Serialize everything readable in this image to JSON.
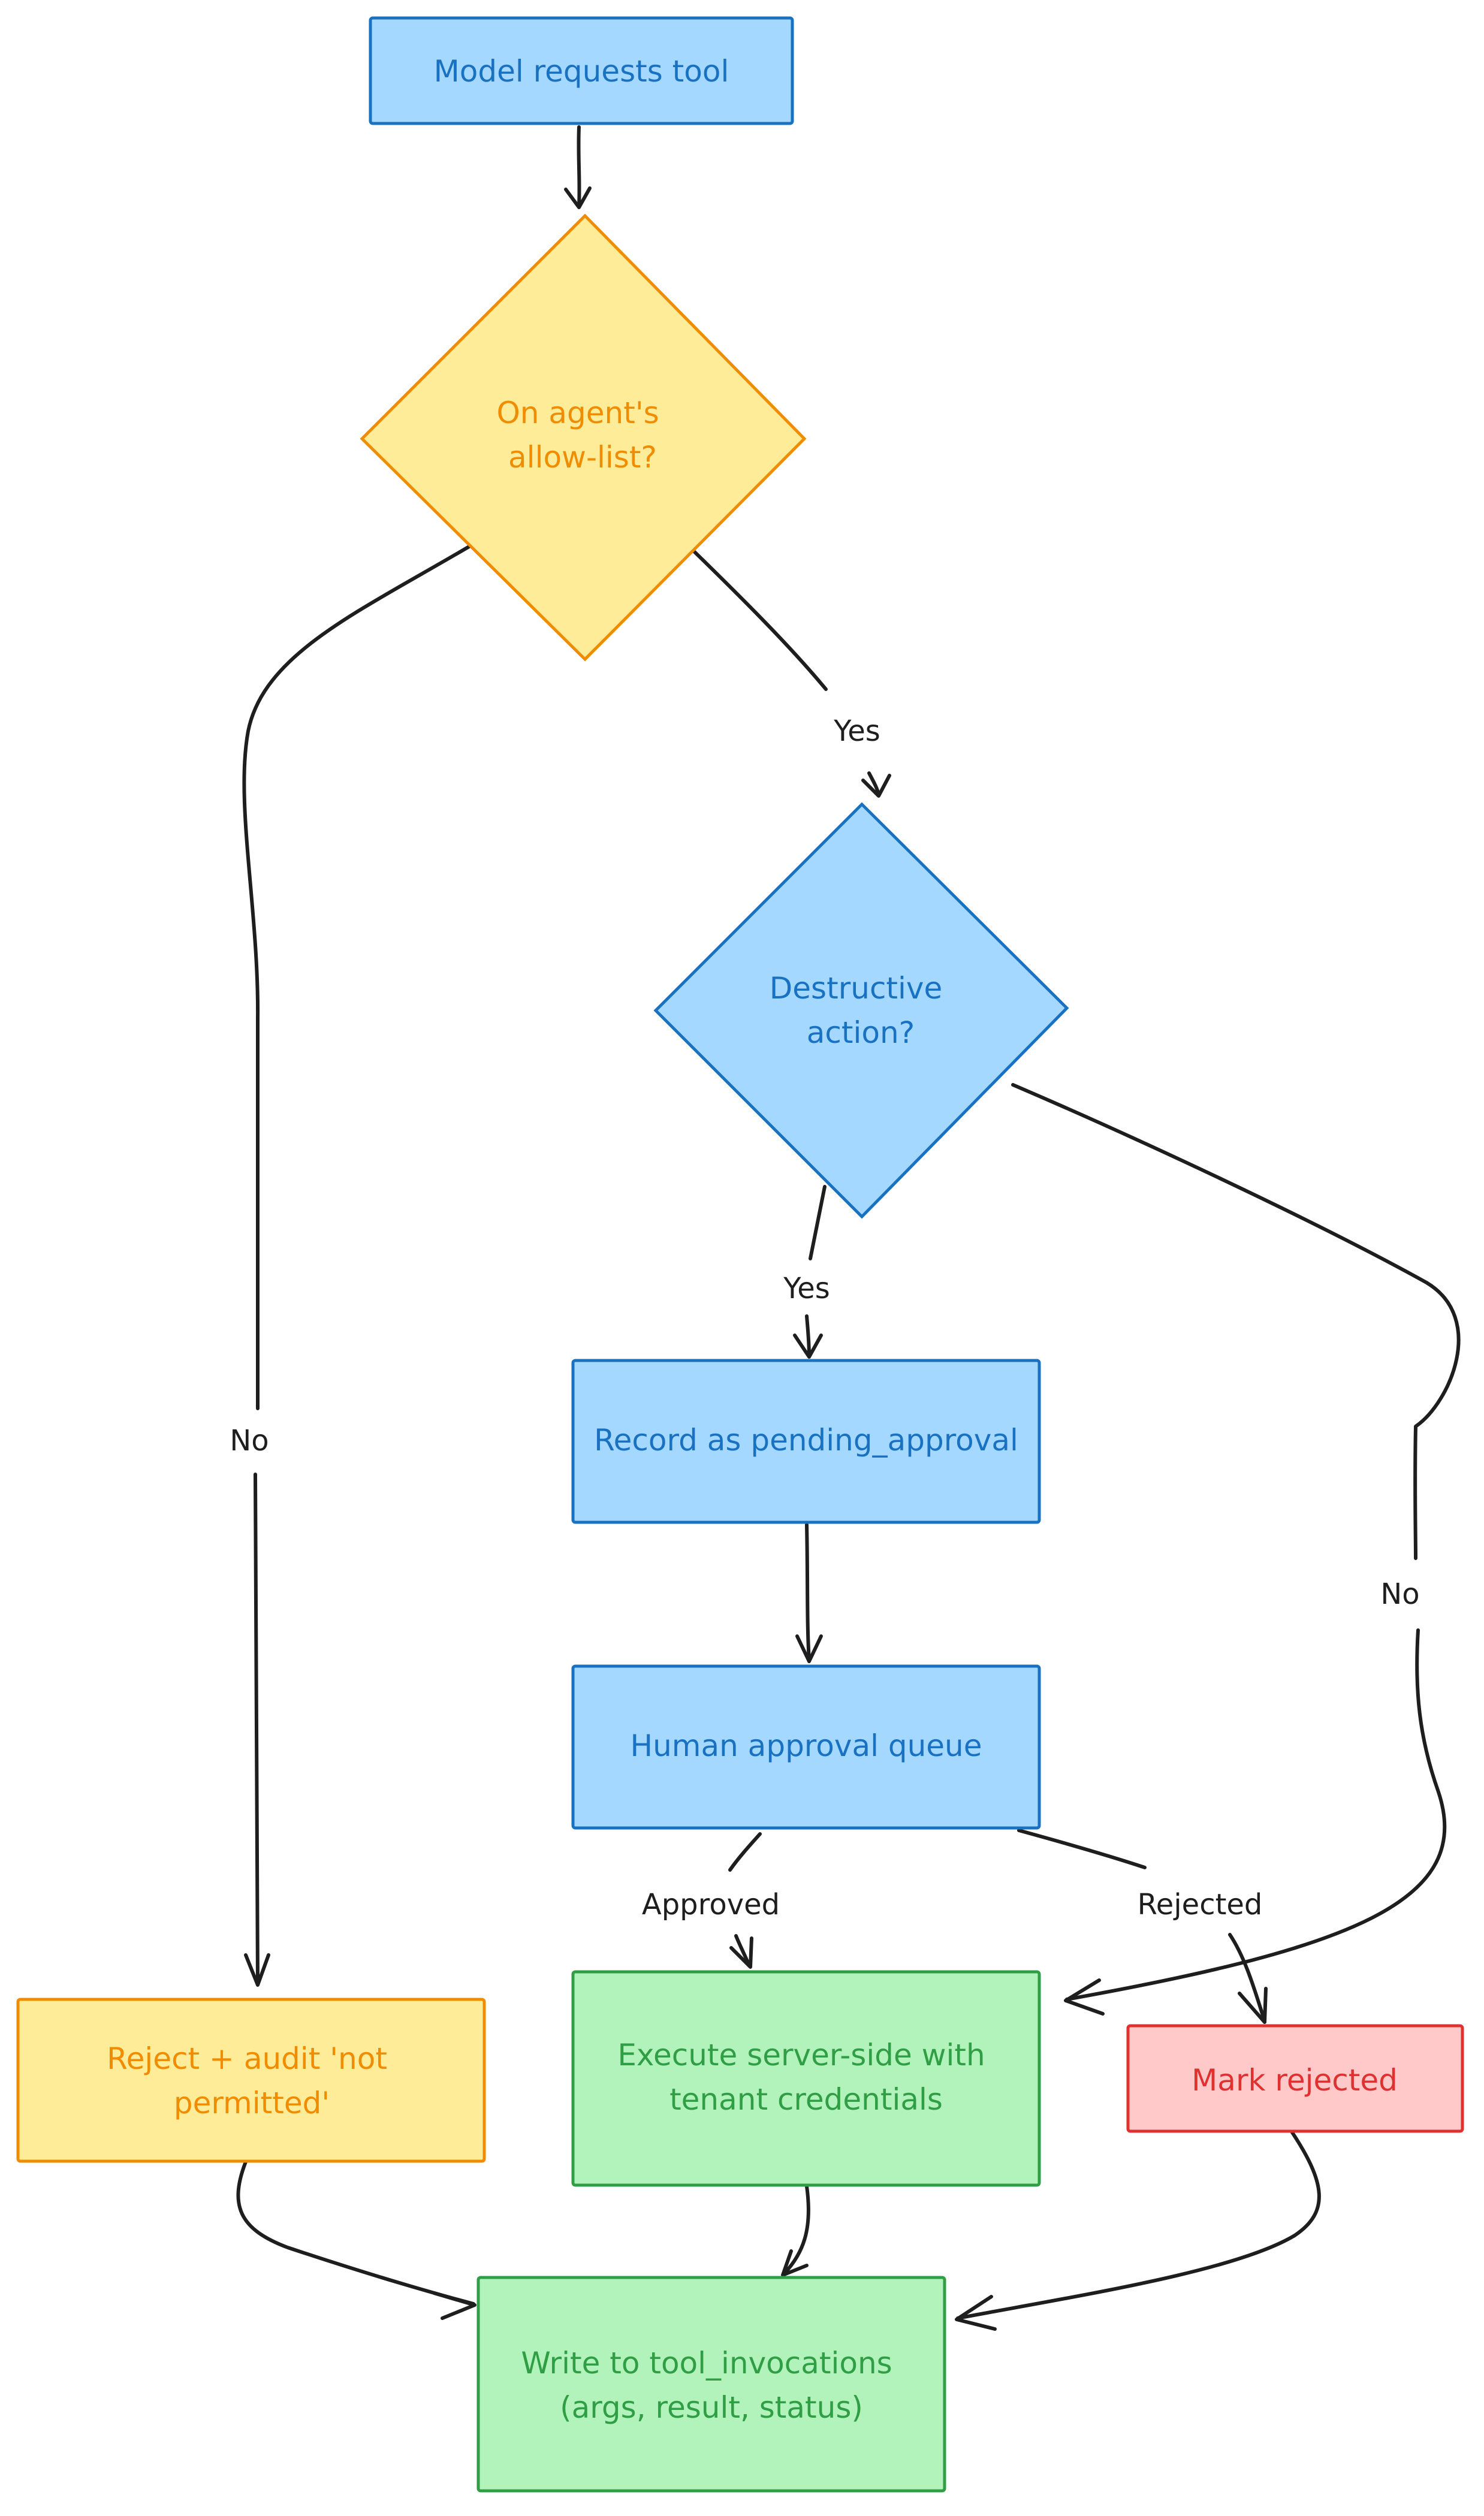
{
  "colors": {
    "blue_fill": "#a5d8ff",
    "blue_stroke": "#1971c2",
    "yellow_fill": "#ffec99",
    "yellow_stroke": "#f08c00",
    "green_fill": "#b2f2bb",
    "green_stroke": "#2f9e44",
    "red_fill": "#ffc9c9",
    "red_stroke": "#e03131",
    "edge": "#1e1e1e"
  },
  "nodes": {
    "model_requests_tool": {
      "lines": [
        "Model requests tool"
      ]
    },
    "allow_list": {
      "lines": [
        "On agent's",
        "allow-list?"
      ]
    },
    "destructive": {
      "lines": [
        "Destructive",
        "action?"
      ]
    },
    "pending": {
      "lines": [
        "Record as pending_approval"
      ]
    },
    "queue": {
      "lines": [
        "Human approval queue"
      ]
    },
    "reject_audit": {
      "lines": [
        "Reject + audit 'not",
        "permitted'"
      ]
    },
    "execute": {
      "lines": [
        "Execute server-side with",
        "tenant credentials"
      ]
    },
    "mark_rejected": {
      "lines": [
        "Mark rejected"
      ]
    },
    "write": {
      "lines": [
        "Write to tool_invocations",
        "(args, result, status)"
      ]
    }
  },
  "edge_labels": {
    "allow_yes": "Yes",
    "allow_no": "No",
    "destructive_yes": "Yes",
    "destructive_no": "No",
    "approved": "Approved",
    "rejected": "Rejected"
  }
}
